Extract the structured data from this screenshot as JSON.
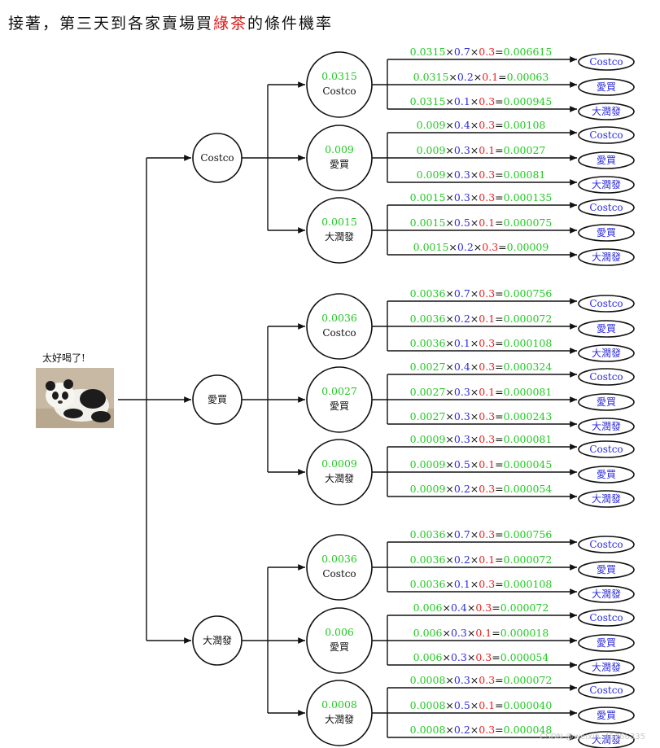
{
  "title": {
    "prefix": "接著，第三天到各家賣場買",
    "highlight": "綠茶",
    "suffix": "的條件機率"
  },
  "root": {
    "caption": "太好喝了!",
    "image": "panda-lying-photo"
  },
  "watermark": "CSDN @weixin_45766335",
  "colors": {
    "green": "#22c922",
    "blue": "#2b2bdc",
    "red": "#e62020",
    "black": "#111111"
  },
  "tree": [
    {
      "label": "Costco",
      "children": [
        {
          "prob": "0.0315",
          "label": "Costco",
          "leaves": [
            {
              "base": "0.0315",
              "p1": "0.7",
              "p2": "0.3",
              "result": "0.006615",
              "store": "Costco"
            },
            {
              "base": "0.0315",
              "p1": "0.2",
              "p2": "0.1",
              "result": "0.00063",
              "store": "愛買"
            },
            {
              "base": "0.0315",
              "p1": "0.1",
              "p2": "0.3",
              "result": "0.000945",
              "store": "大潤發"
            }
          ]
        },
        {
          "prob": "0.009",
          "label": "愛買",
          "leaves": [
            {
              "base": "0.009",
              "p1": "0.4",
              "p2": "0.3",
              "result": "0.00108",
              "store": "Costco"
            },
            {
              "base": "0.009",
              "p1": "0.3",
              "p2": "0.1",
              "result": "0.00027",
              "store": "愛買"
            },
            {
              "base": "0.009",
              "p1": "0.3",
              "p2": "0.3",
              "result": "0.00081",
              "store": "大潤發"
            }
          ]
        },
        {
          "prob": "0.0015",
          "label": "大潤發",
          "leaves": [
            {
              "base": "0.0015",
              "p1": "0.3",
              "p2": "0.3",
              "result": "0.000135",
              "store": "Costco"
            },
            {
              "base": "0.0015",
              "p1": "0.5",
              "p2": "0.1",
              "result": "0.000075",
              "store": "愛買"
            },
            {
              "base": "0.0015",
              "p1": "0.2",
              "p2": "0.3",
              "result": "0.00009",
              "store": "大潤發"
            }
          ]
        }
      ]
    },
    {
      "label": "愛買",
      "children": [
        {
          "prob": "0.0036",
          "label": "Costco",
          "leaves": [
            {
              "base": "0.0036",
              "p1": "0.7",
              "p2": "0.3",
              "result": "0.000756",
              "store": "Costco"
            },
            {
              "base": "0.0036",
              "p1": "0.2",
              "p2": "0.1",
              "result": "0.000072",
              "store": "愛買"
            },
            {
              "base": "0.0036",
              "p1": "0.1",
              "p2": "0.3",
              "result": "0.000108",
              "store": "大潤發"
            }
          ]
        },
        {
          "prob": "0.0027",
          "label": "愛買",
          "leaves": [
            {
              "base": "0.0027",
              "p1": "0.4",
              "p2": "0.3",
              "result": "0.000324",
              "store": "Costco"
            },
            {
              "base": "0.0027",
              "p1": "0.3",
              "p2": "0.1",
              "result": "0.000081",
              "store": "愛買"
            },
            {
              "base": "0.0027",
              "p1": "0.3",
              "p2": "0.3",
              "result": "0.000243",
              "store": "大潤發"
            }
          ]
        },
        {
          "prob": "0.0009",
          "label": "大潤發",
          "leaves": [
            {
              "base": "0.0009",
              "p1": "0.3",
              "p2": "0.3",
              "result": "0.000081",
              "store": "Costco"
            },
            {
              "base": "0.0009",
              "p1": "0.5",
              "p2": "0.1",
              "result": "0.000045",
              "store": "愛買"
            },
            {
              "base": "0.0009",
              "p1": "0.2",
              "p2": "0.3",
              "result": "0.000054",
              "store": "大潤發"
            }
          ]
        }
      ]
    },
    {
      "label": "大潤發",
      "children": [
        {
          "prob": "0.0036",
          "label": "Costco",
          "leaves": [
            {
              "base": "0.0036",
              "p1": "0.7",
              "p2": "0.3",
              "result": "0.000756",
              "store": "Costco"
            },
            {
              "base": "0.0036",
              "p1": "0.2",
              "p2": "0.1",
              "result": "0.000072",
              "store": "愛買"
            },
            {
              "base": "0.0036",
              "p1": "0.1",
              "p2": "0.3",
              "result": "0.000108",
              "store": "大潤發"
            }
          ]
        },
        {
          "prob": "0.006",
          "label": "愛買",
          "leaves": [
            {
              "base": "0.006",
              "p1": "0.4",
              "p2": "0.3",
              "result": "0.000072",
              "store": "Costco"
            },
            {
              "base": "0.006",
              "p1": "0.3",
              "p2": "0.1",
              "result": "0.000018",
              "store": "愛買"
            },
            {
              "base": "0.006",
              "p1": "0.3",
              "p2": "0.3",
              "result": "0.000054",
              "store": "大潤發"
            }
          ]
        },
        {
          "prob": "0.0008",
          "label": "大潤發",
          "leaves": [
            {
              "base": "0.0008",
              "p1": "0.3",
              "p2": "0.3",
              "result": "0.000072",
              "store": "Costco"
            },
            {
              "base": "0.0008",
              "p1": "0.5",
              "p2": "0.1",
              "result": "0.000040",
              "store": "愛買"
            },
            {
              "base": "0.0008",
              "p1": "0.2",
              "p2": "0.3",
              "result": "0.000048",
              "store": "大潤發"
            }
          ]
        }
      ]
    }
  ]
}
